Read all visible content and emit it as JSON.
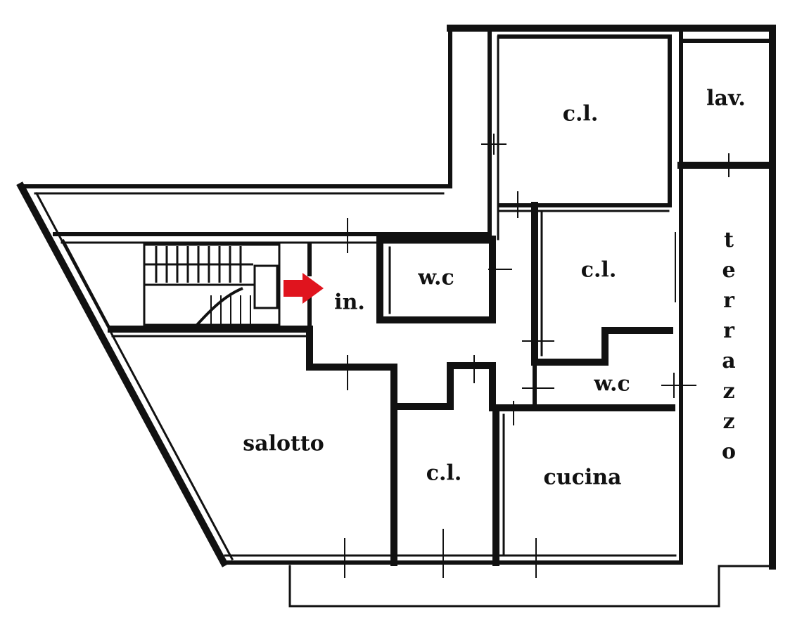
{
  "rooms": {
    "cl_top": "c.l.",
    "lav": "lav.",
    "wc_left": "w.c",
    "cl_mid": "c.l.",
    "entrance": "in.",
    "wc_right": "w.c",
    "salotto": "salotto",
    "cl_bottom": "c.l.",
    "cucina": "cucina",
    "terrazzo": "terrazzo"
  },
  "colors": {
    "wall": "#111111",
    "entrance_arrow": "#e0141e",
    "background": "#ffffff"
  }
}
